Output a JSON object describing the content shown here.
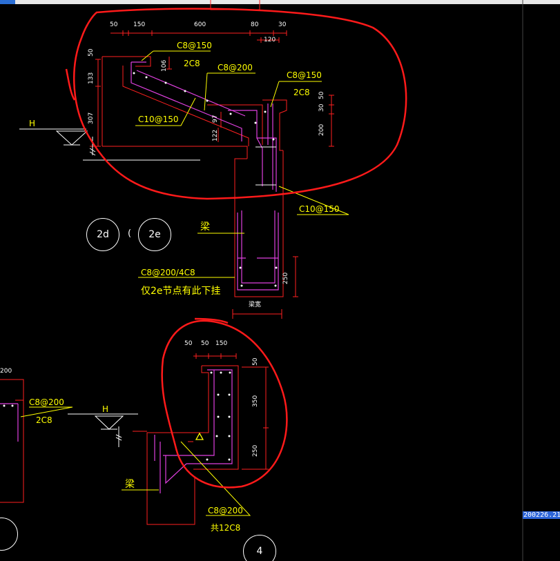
{
  "top_detail": {
    "dims_top": [
      "50",
      "150",
      "600",
      "80",
      "30"
    ],
    "dim_120": "120",
    "dims_left": [
      "50",
      "133",
      "307"
    ],
    "dim_106": "106",
    "dim_97": "97",
    "dim_122": "122",
    "dims_right": [
      "50",
      "30",
      "200"
    ],
    "rebar": {
      "c8_150_a": "C8@150",
      "two_c8_a": "2C8",
      "c8_200": "C8@200",
      "c8_150_b": "C8@150",
      "two_c8_b": "2C8",
      "c10_150_a": "C10@150",
      "c10_150_b": "C10@150"
    },
    "water_level": "H"
  },
  "beam_section": {
    "beam_label": "梁",
    "stirrup": "C8@200/4C8",
    "note": "仅2e节点有此下挂",
    "dim_250": "250",
    "width_label": "梁宽"
  },
  "markers": {
    "m_2d": "2d",
    "paren": "(",
    "m_2e": "2e",
    "m_4": "4"
  },
  "bottom_detail": {
    "dims_top": [
      "50",
      "50",
      "150"
    ],
    "dims_right": [
      "50",
      "350",
      "250"
    ],
    "c8_200_left": "C8@200",
    "two_c8_left": "2C8",
    "water_level": "H",
    "beam_label": "梁",
    "c8_200": "C8@200",
    "total_rebar": "共12C8",
    "edge_dim": "200"
  },
  "stamp": "200226.21"
}
